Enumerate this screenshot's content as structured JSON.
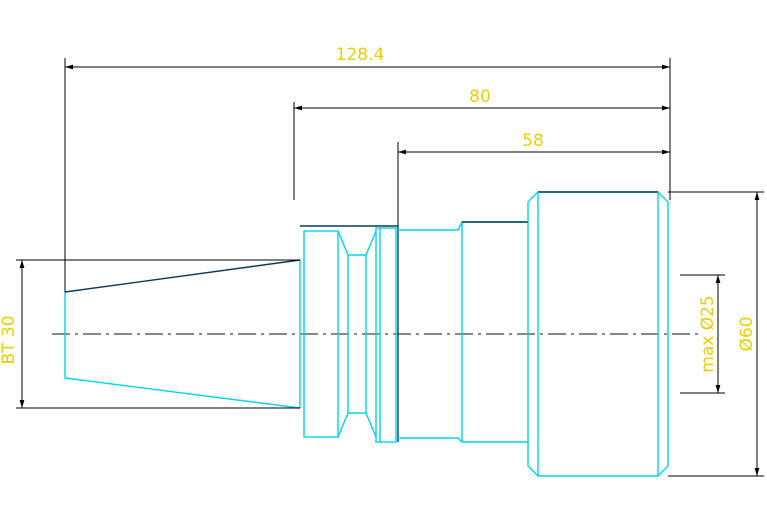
{
  "drawing": {
    "dimensions": {
      "overall_length": "128.4",
      "flange_to_end": "80",
      "body_length": "58",
      "taper": "BT 30",
      "bore_max": "max Ø25",
      "outer_diameter": "Ø60"
    },
    "colors": {
      "dimension_text": "#e8d000",
      "part_outline": "#00d6ee",
      "dimension_line": "#000000"
    }
  }
}
